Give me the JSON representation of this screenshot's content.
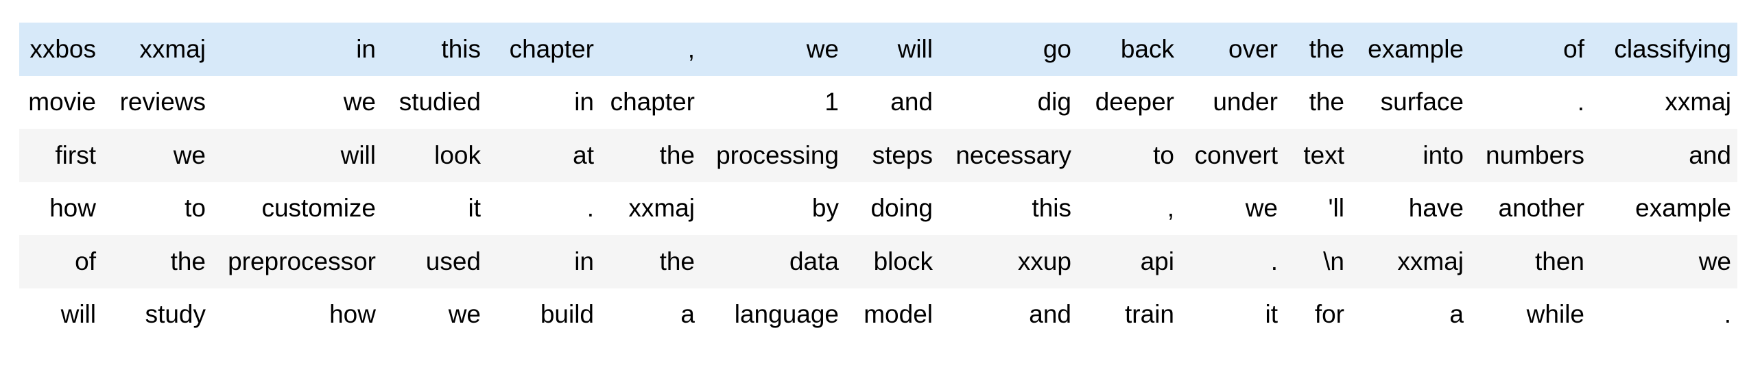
{
  "table": {
    "description": "tokenized-text-grid",
    "rows": [
      {
        "state": "highlighted",
        "tokens": [
          "xxbos",
          "xxmaj",
          "in",
          "this",
          "chapter",
          ",",
          "we",
          "will",
          "go",
          "back",
          "over",
          "the",
          "example",
          "of",
          "classifying"
        ]
      },
      {
        "state": "default",
        "tokens": [
          "movie",
          "reviews",
          "we",
          "studied",
          "in",
          "chapter",
          "1",
          "and",
          "dig",
          "deeper",
          "under",
          "the",
          "surface",
          ".",
          "xxmaj"
        ]
      },
      {
        "state": "striped",
        "tokens": [
          "first",
          "we",
          "will",
          "look",
          "at",
          "the",
          "processing",
          "steps",
          "necessary",
          "to",
          "convert",
          "text",
          "into",
          "numbers",
          "and"
        ]
      },
      {
        "state": "default",
        "tokens": [
          "how",
          "to",
          "customize",
          "it",
          ".",
          "xxmaj",
          "by",
          "doing",
          "this",
          ",",
          "we",
          "'ll",
          "have",
          "another",
          "example"
        ]
      },
      {
        "state": "striped",
        "tokens": [
          "of",
          "the",
          "preprocessor",
          "used",
          "in",
          "the",
          "data",
          "block",
          "xxup",
          "api",
          ".",
          "\\n",
          "xxmaj",
          "then",
          "we"
        ]
      },
      {
        "state": "default",
        "tokens": [
          "will",
          "study",
          "how",
          "we",
          "build",
          "a",
          "language",
          "model",
          "and",
          "train",
          "it",
          "for",
          "a",
          "while",
          "."
        ]
      }
    ]
  },
  "colors": {
    "highlighted_row_bg": "#d7e9f9",
    "striped_row_bg": "#f5f5f5",
    "default_row_bg": "#ffffff",
    "text": "#000000"
  }
}
